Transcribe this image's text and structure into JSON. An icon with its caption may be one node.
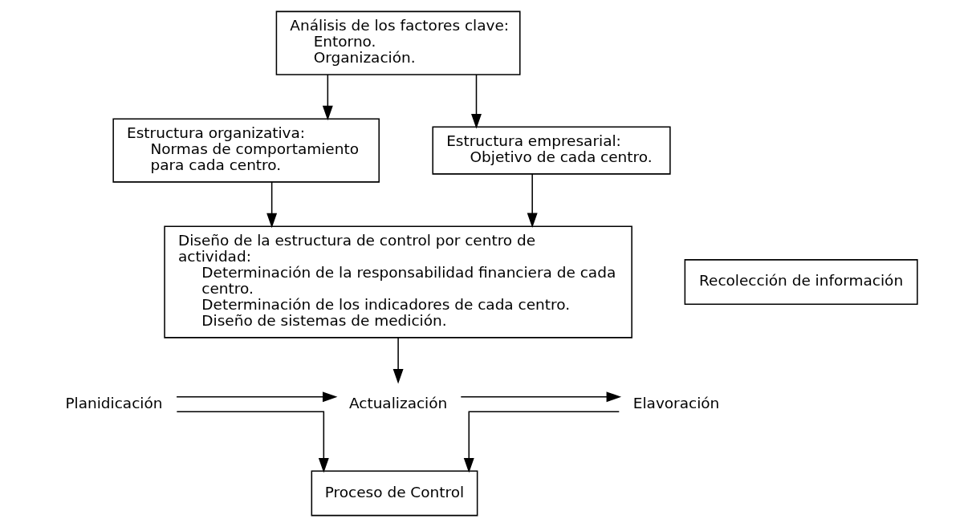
{
  "diagram": {
    "nodes": [
      {
        "text": [
          "Análisis de los factores clave:",
          "Entorno.",
          "Organización."
        ]
      },
      {
        "text": [
          "Estructura organizativa:",
          "Normas de comportamiento para cada centro."
        ]
      },
      {
        "text": [
          "Estructura empresarial:",
          "Objetivo de cada centro."
        ]
      },
      {
        "text": [
          "Diseño de la estructura de control por centro de actividad:",
          "Determinación de la responsabilidad financiera de cada centro.",
          "Determinación de los indicadores de cada centro.",
          "Diseño de sistemas de medición."
        ]
      },
      {
        "text": [
          "Recolección de información"
        ]
      },
      {
        "text": [
          "Planidicación"
        ]
      },
      {
        "text": [
          "Actualización"
        ]
      },
      {
        "text": [
          "Elavoración"
        ]
      },
      {
        "text": [
          "Proceso de Control"
        ]
      }
    ],
    "edges": [
      {
        "from": 0,
        "to": 1,
        "arrow": "to"
      },
      {
        "from": 0,
        "to": 2,
        "arrow": "to"
      },
      {
        "from": 1,
        "to": 3,
        "arrow": "to"
      },
      {
        "from": 2,
        "to": 3,
        "arrow": "to"
      },
      {
        "from": 3,
        "to": 6,
        "arrow": "to"
      },
      {
        "from": 5,
        "to": 6,
        "arrow": "to"
      },
      {
        "from": 6,
        "to": 7,
        "arrow": "to"
      },
      {
        "from": 5,
        "to": 8,
        "arrow": "to"
      },
      {
        "from": 7,
        "to": 8,
        "arrow": "to"
      }
    ]
  }
}
